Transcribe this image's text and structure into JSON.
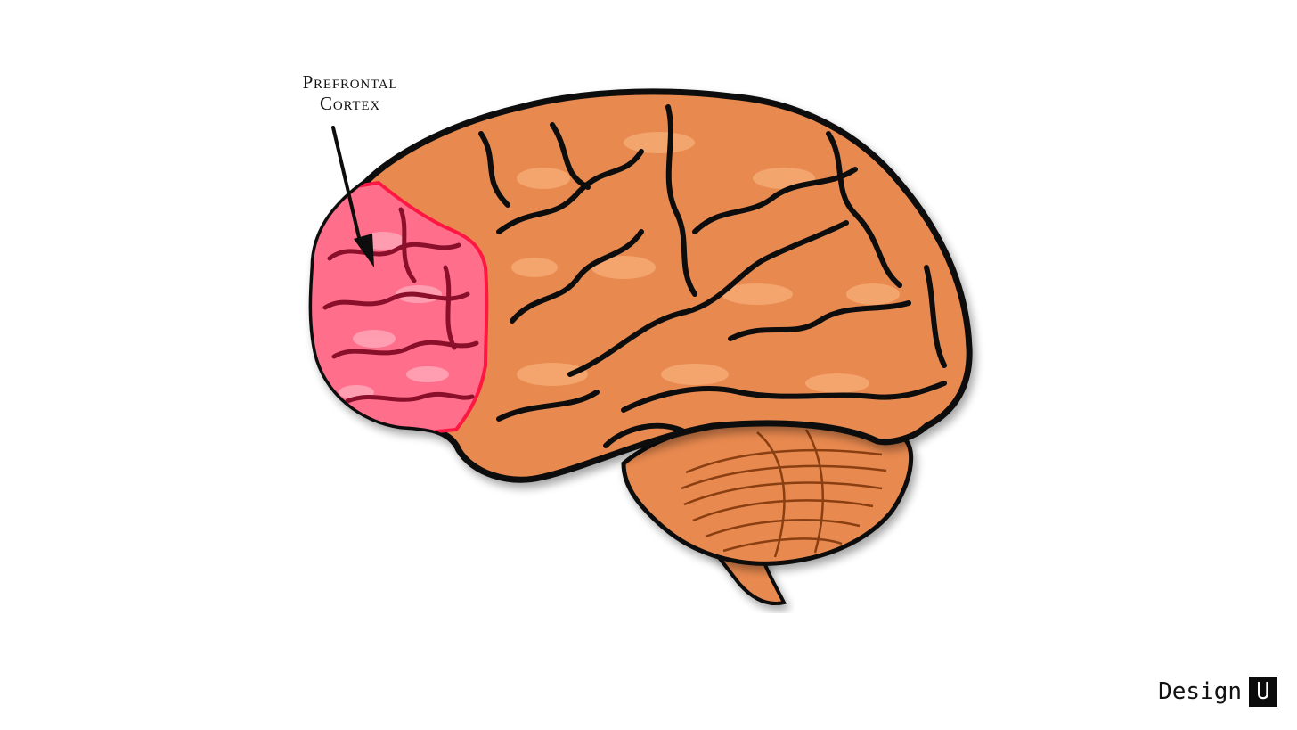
{
  "annotation": {
    "line1": "Prefrontal",
    "line2": "Cortex"
  },
  "brand": {
    "word": "Design",
    "box_letter": "U"
  },
  "colors": {
    "cortex": "#e8894f",
    "cortex_light": "#f4aa72",
    "cortex_dark": "#a4521f",
    "prefrontal": "#ff6f8c",
    "prefrontal_light": "#ffa3b5",
    "prefrontal_edge": "#ff1744",
    "outline": "#0d0d0d"
  }
}
